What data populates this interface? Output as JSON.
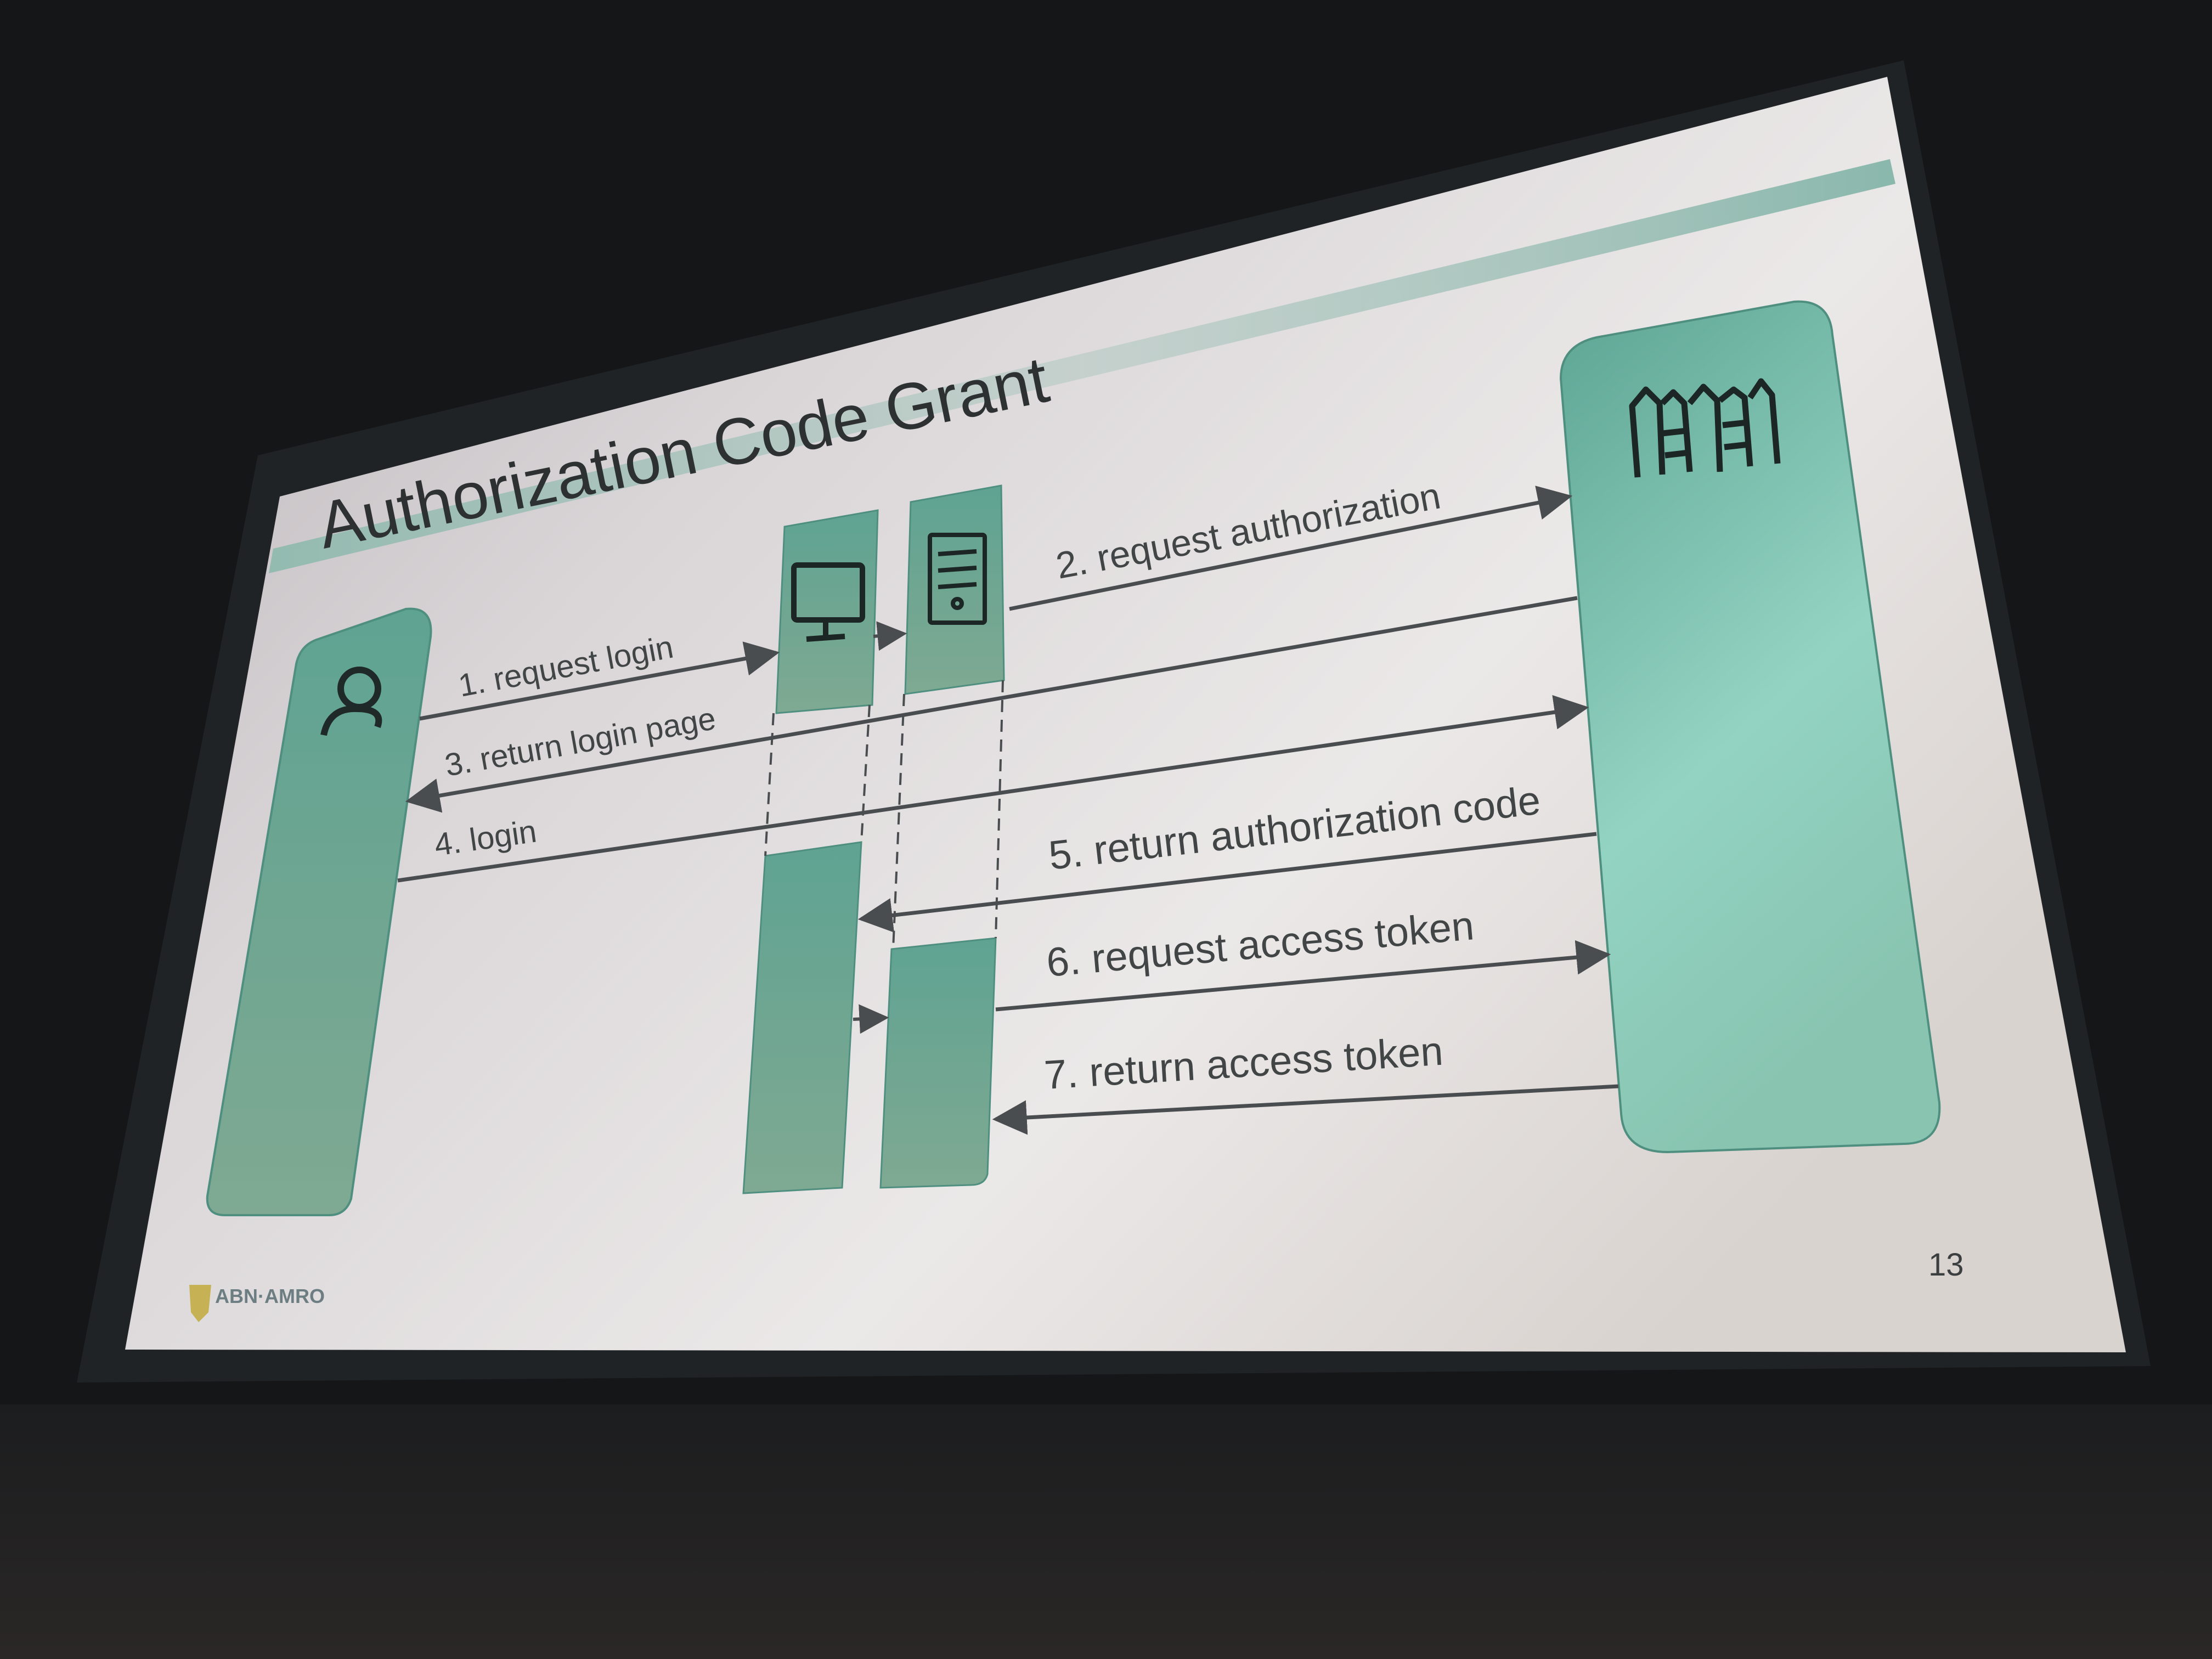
{
  "slide": {
    "title": "Authorization Code Grant",
    "page_number": "13",
    "logo_text": "ABN·AMRO"
  },
  "lanes": [
    {
      "name": "user",
      "icon": "person-icon"
    },
    {
      "name": "browser",
      "icon": "monitor-icon"
    },
    {
      "name": "client-server",
      "icon": "server-icon"
    },
    {
      "name": "authorization-server",
      "icon": "castle-icon"
    }
  ],
  "steps": [
    {
      "label": "1. request login"
    },
    {
      "label": "2. request authorization"
    },
    {
      "label": "3. return login page"
    },
    {
      "label": "4. login"
    },
    {
      "label": "5. return authorization code"
    },
    {
      "label": "6. request access token"
    },
    {
      "label": "7. return access token"
    }
  ],
  "colors": {
    "lane_fill": "#6fae9c",
    "lane_fill_light": "#8fc8b8",
    "arrow": "#4a4d4f",
    "screen_background": "#d9d7d8"
  }
}
